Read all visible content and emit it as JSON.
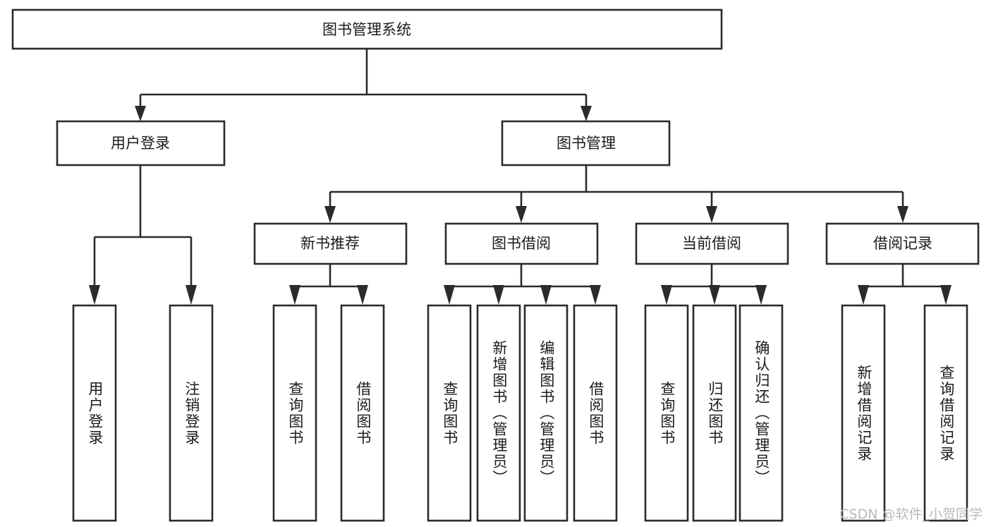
{
  "diagram": {
    "title": "图书管理系统",
    "type": "tree-hierarchy-functional-structure",
    "watermark": "CSDN @软件_小贺同学",
    "nodes": {
      "root": {
        "label": "图书管理系统"
      },
      "level1": [
        {
          "id": "user-login",
          "label": "用户登录"
        },
        {
          "id": "book-manage",
          "label": "图书管理"
        }
      ],
      "level2": [
        {
          "id": "new-book-recommend",
          "label": "新书推荐",
          "parent": "book-manage"
        },
        {
          "id": "book-borrow",
          "label": "图书借阅",
          "parent": "book-manage"
        },
        {
          "id": "current-borrow",
          "label": "当前借阅",
          "parent": "book-manage"
        },
        {
          "id": "borrow-record",
          "label": "借阅记录",
          "parent": "book-manage"
        }
      ],
      "leaves": [
        {
          "id": "leaf-user-login",
          "label": "用户登录",
          "parent": "user-login"
        },
        {
          "id": "leaf-logout-login",
          "label": "注销登录",
          "parent": "user-login"
        },
        {
          "id": "leaf-query-book-1",
          "label": "查询图书",
          "parent": "new-book-recommend"
        },
        {
          "id": "leaf-borrow-book-1",
          "label": "借阅图书",
          "parent": "new-book-recommend"
        },
        {
          "id": "leaf-query-book-2",
          "label": "查询图书",
          "parent": "book-borrow"
        },
        {
          "id": "leaf-add-book",
          "label": "新增图书（管理员）",
          "parent": "book-borrow"
        },
        {
          "id": "leaf-edit-book",
          "label": "编辑图书（管理员）",
          "parent": "book-borrow"
        },
        {
          "id": "leaf-borrow-book-2",
          "label": "借阅图书",
          "parent": "book-borrow"
        },
        {
          "id": "leaf-query-book-3",
          "label": "查询图书",
          "parent": "current-borrow"
        },
        {
          "id": "leaf-return-book",
          "label": "归还图书",
          "parent": "current-borrow"
        },
        {
          "id": "leaf-confirm-return",
          "label": "确认归还（管理员）",
          "parent": "current-borrow"
        },
        {
          "id": "leaf-add-record",
          "label": "新增借阅记录",
          "parent": "borrow-record"
        },
        {
          "id": "leaf-query-record",
          "label": "查询借阅记录",
          "parent": "borrow-record"
        }
      ]
    },
    "colors": {
      "stroke": "#2b2b2b",
      "fill": "#ffffff",
      "text": "#1b1b1b",
      "watermark": "#b9b9b9",
      "background": "#ffffff"
    }
  }
}
